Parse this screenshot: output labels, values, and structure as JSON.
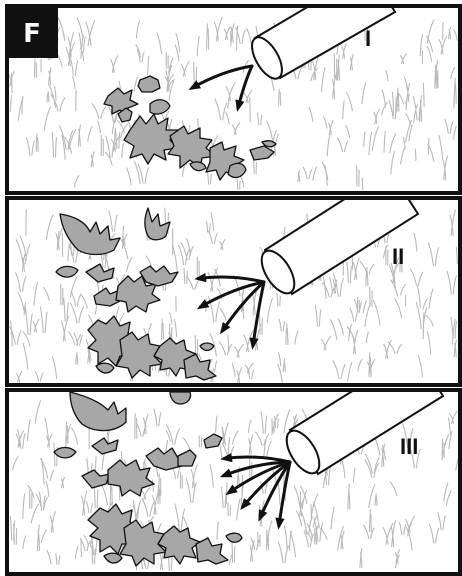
{
  "figure": {
    "label": "F",
    "panels": [
      {
        "numeral": "I",
        "airflow_streams": 2
      },
      {
        "numeral": "II",
        "airflow_streams": 4
      },
      {
        "numeral": "III",
        "airflow_streams": 6
      }
    ],
    "colors": {
      "ink": "#111111",
      "leaf_fill": "#a7a7a7",
      "grass": "#b9b9b9",
      "background": "#ffffff"
    },
    "icons": {
      "blower-tube": "blower-nozzle-icon",
      "airflow": "airflow-arrow-icon",
      "leaf": "leaf-icon",
      "grass": "grass-icon"
    }
  }
}
